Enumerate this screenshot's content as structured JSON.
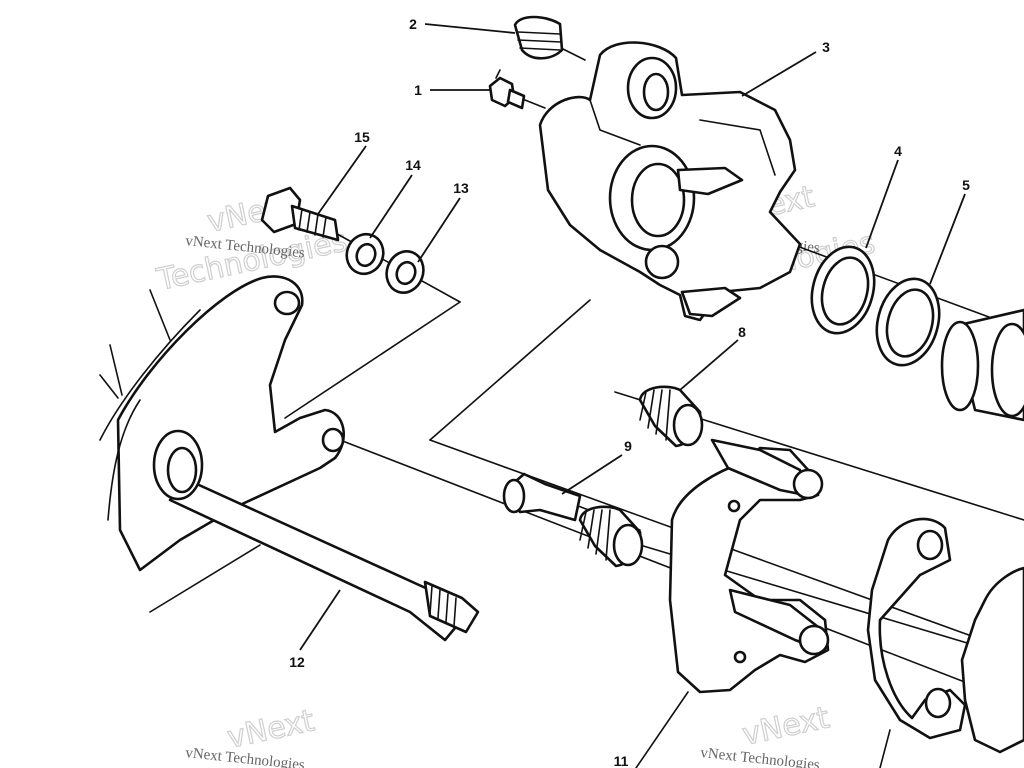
{
  "diagram": {
    "callouts": {
      "c1": "1",
      "c2": "2",
      "c3": "3",
      "c4": "4",
      "c5": "5",
      "c8": "8",
      "c9": "9",
      "c11": "11",
      "c12": "12",
      "c13": "13",
      "c14": "14",
      "c15": "15"
    },
    "watermark": {
      "small": "vNext Technologies",
      "big_line1": "vNext",
      "big_line2": "Technologies"
    }
  }
}
